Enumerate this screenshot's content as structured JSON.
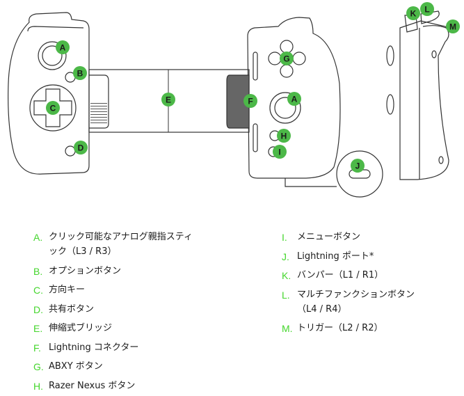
{
  "diagram": {
    "badge_color": "#4cb848",
    "accent_color": "#44d62c",
    "callouts": [
      {
        "id": "A1",
        "letter": "A"
      },
      {
        "id": "B",
        "letter": "B"
      },
      {
        "id": "C",
        "letter": "C"
      },
      {
        "id": "D",
        "letter": "D"
      },
      {
        "id": "E",
        "letter": "E"
      },
      {
        "id": "F",
        "letter": "F"
      },
      {
        "id": "G",
        "letter": "G"
      },
      {
        "id": "A2",
        "letter": "A"
      },
      {
        "id": "H",
        "letter": "H"
      },
      {
        "id": "I",
        "letter": "I"
      },
      {
        "id": "J",
        "letter": "J"
      },
      {
        "id": "K",
        "letter": "K"
      },
      {
        "id": "L",
        "letter": "L"
      },
      {
        "id": "M",
        "letter": "M"
      }
    ]
  },
  "legend": {
    "left": [
      {
        "key": "A.",
        "label": "クリック可能なアナログ親指スティ",
        "label2": "ック（L3 / R3）"
      },
      {
        "key": "B.",
        "label": "オプションボタン"
      },
      {
        "key": "C.",
        "label": "方向キー"
      },
      {
        "key": "D.",
        "label": "共有ボタン"
      },
      {
        "key": "E.",
        "label": "伸縮式ブリッジ"
      },
      {
        "key": "F.",
        "label": "Lightning コネクター"
      },
      {
        "key": "G.",
        "label": "ABXY ボタン"
      },
      {
        "key": "H.",
        "label": "Razer Nexus ボタン"
      }
    ],
    "right": [
      {
        "key": "I.",
        "label": "メニューボタン"
      },
      {
        "key": "J.",
        "label": "Lightning ポート*"
      },
      {
        "key": "K.",
        "label": "バンパー（L1 / R1）"
      },
      {
        "key": "L.",
        "label": "マルチファンクションボタン",
        "label2": "（L4 / R4）"
      },
      {
        "key": "M.",
        "label": "トリガー（L2 / R2）"
      }
    ]
  }
}
